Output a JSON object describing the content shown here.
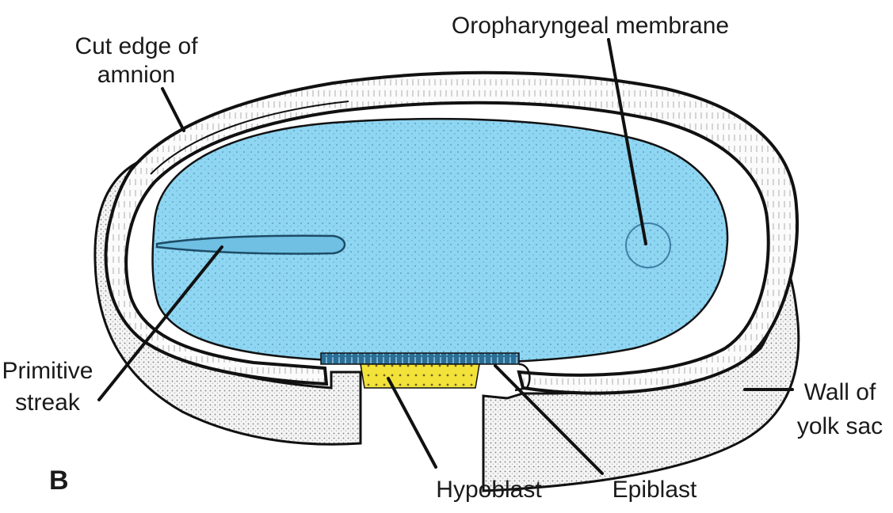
{
  "panel_letter": "B",
  "labels": {
    "cut_edge_line1": "Cut edge of",
    "cut_edge_line2": "amnion",
    "oropharyngeal": "Oropharyngeal membrane",
    "primitive_line1": "Primitive",
    "primitive_line2": "streak",
    "wall_line1": "Wall of",
    "wall_line2": "yolk sac",
    "hypoblast": "Hypoblast",
    "epiblast": "Epiblast"
  },
  "colors": {
    "embryonic_disc": "#8fd6f2",
    "epiblast_layer": "#2b6f96",
    "hypoblast_layer": "#f2e23a",
    "outline": "#111111",
    "stipple": "#e9e9e9"
  }
}
